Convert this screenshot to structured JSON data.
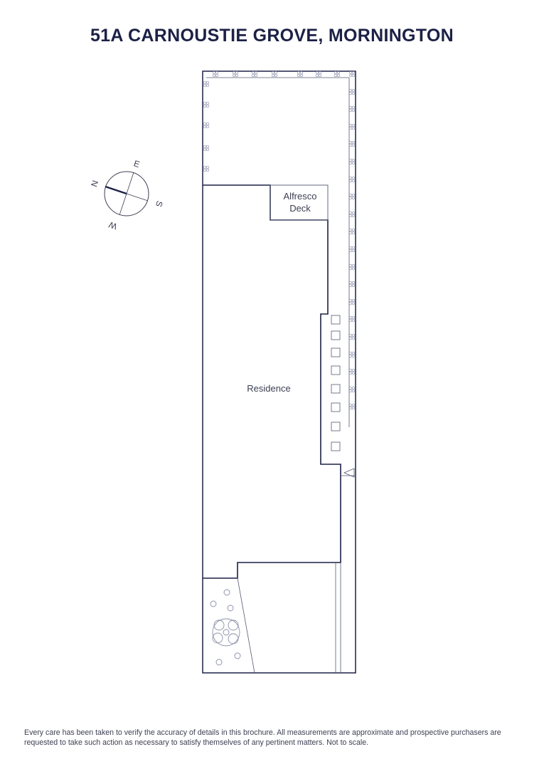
{
  "title": "51A CARNOUSTIE GROVE, MORNINGTON",
  "compass": {
    "n": "N",
    "e": "E",
    "s": "S",
    "w": "W"
  },
  "labels": {
    "alfresco_line1": "Alfresco",
    "alfresco_line2": "Deck",
    "residence": "Residence"
  },
  "disclaimer": "Every care has been taken to verify the accuracy of details in this brochure. All measurements are approximate and prospective purchasers are requested to take such action as necessary to satisfy themselves of any pertinent matters. Not to scale.",
  "colors": {
    "outline": "#1c2146",
    "line": "#555a70",
    "text": "#3d3f52",
    "shrub": "#8a8fa8"
  }
}
